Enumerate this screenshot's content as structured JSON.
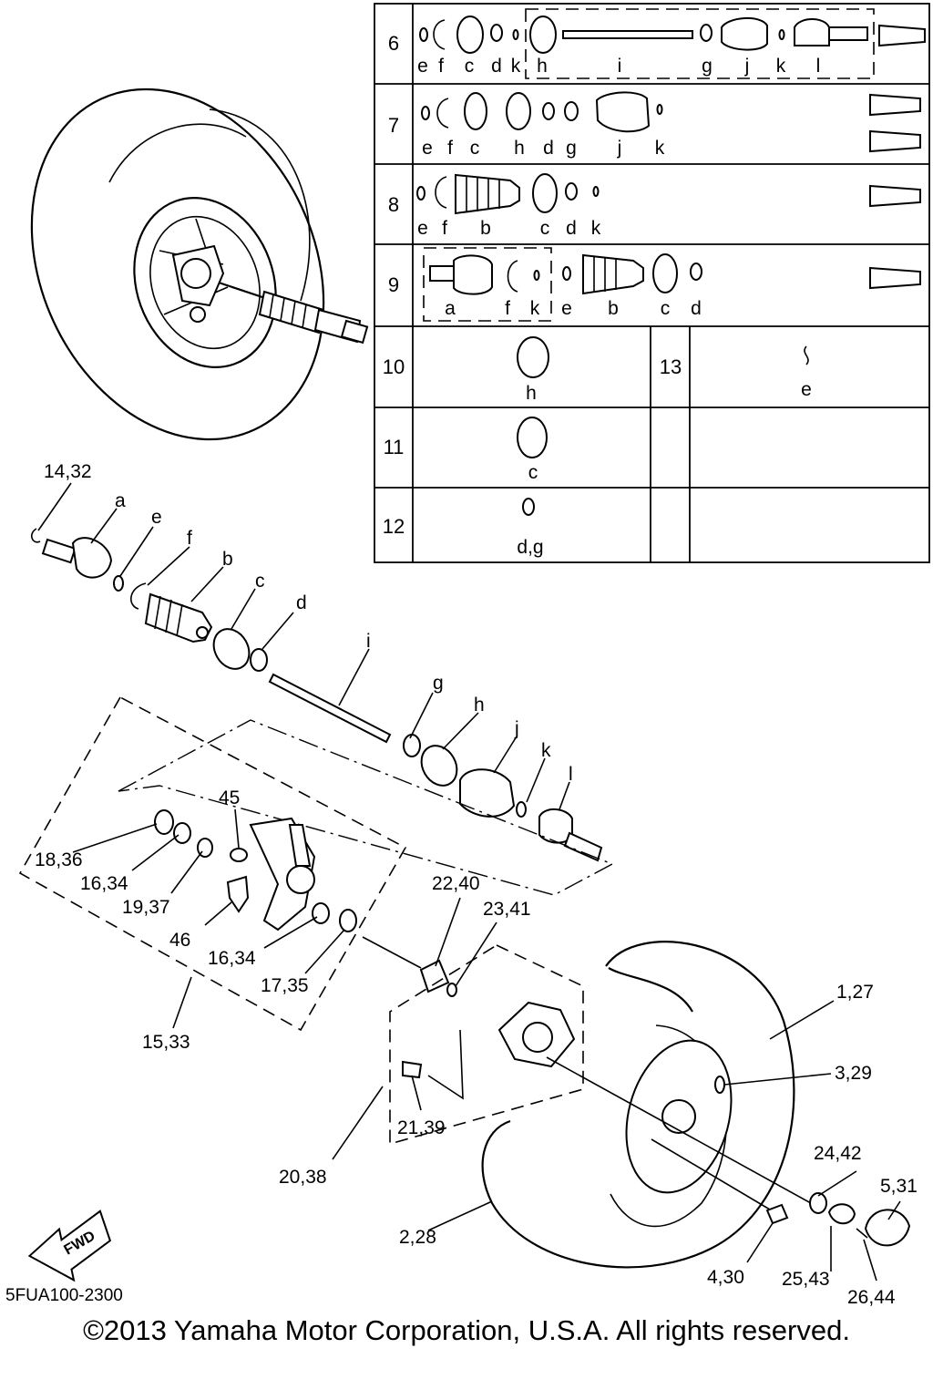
{
  "diagram_code": "5FUA100-2300",
  "copyright": "©2013 Yamaha Motor Corporation, U.S.A. All rights reserved.",
  "fwd_label": "FWD",
  "callouts": {
    "c14_32": "14,32",
    "a": "a",
    "e": "e",
    "f": "f",
    "b": "b",
    "c": "c",
    "d": "d",
    "i": "i",
    "g": "g",
    "h": "h",
    "j": "j",
    "k": "k",
    "l": "l",
    "c45": "45",
    "c18_36": "18,36",
    "c16_34a": "16,34",
    "c19_37": "19,37",
    "c46": "46",
    "c16_34b": "16,34",
    "c17_35": "17,35",
    "c15_33": "15,33",
    "c22_40": "22,40",
    "c23_41": "23,41",
    "c1_27": "1,27",
    "c3_29": "3,29",
    "c21_39": "21,39",
    "c20_38": "20,38",
    "c24_42": "24,42",
    "c5_31": "5,31",
    "c2_28": "2,28",
    "c4_30": "4,30",
    "c25_43": "25,43",
    "c26_44": "26,44"
  },
  "kit_table": {
    "rows": [
      {
        "num": "6",
        "labels": [
          "e",
          "f",
          "c",
          "d",
          "k",
          "h",
          "i",
          "g",
          "j",
          "k",
          "l"
        ]
      },
      {
        "num": "7",
        "labels": [
          "e",
          "f",
          "c",
          "h",
          "d",
          "g",
          "j",
          "k"
        ]
      },
      {
        "num": "8",
        "labels": [
          "e",
          "f",
          "b",
          "c",
          "d",
          "k"
        ]
      },
      {
        "num": "9",
        "labels": [
          "a",
          "f",
          "k",
          "e",
          "b",
          "c",
          "d"
        ]
      },
      {
        "num": "10",
        "labels": [
          "h"
        ]
      },
      {
        "num": "11",
        "labels": [
          "c"
        ]
      },
      {
        "num": "12",
        "labels": [
          "d,g"
        ]
      },
      {
        "num": "13",
        "labels": [
          "e"
        ]
      }
    ]
  }
}
